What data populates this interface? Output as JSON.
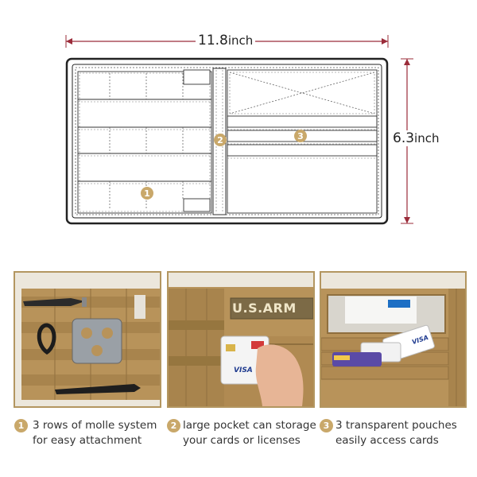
{
  "dimensions": {
    "width_value": "11.8",
    "width_unit": "inch",
    "height_value": "6.3",
    "height_unit": "inch"
  },
  "diagram_markers": [
    "1",
    "2",
    "3"
  ],
  "photos": {
    "patch_text": "U.S.ARM",
    "card_visa": "VISA"
  },
  "features": [
    {
      "number": "1",
      "line1": "3 rows of  molle system",
      "line2": "for easy attachment"
    },
    {
      "number": "2",
      "line1": "large pocket can storage",
      "line2": "your cards or licenses"
    },
    {
      "number": "3",
      "line1": "3 transparent pouches",
      "line2": "easily access cards"
    }
  ],
  "colors": {
    "accent": "#c9a86a",
    "diagram_line": "#222222",
    "dimension_line": "#9b2c3a",
    "tan": "#b8935a",
    "photo_border": "#b39660"
  }
}
